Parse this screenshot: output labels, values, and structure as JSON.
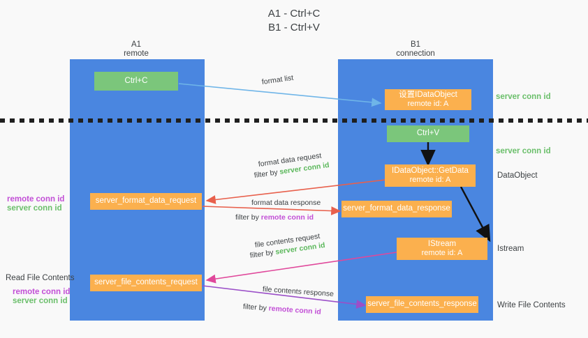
{
  "title": {
    "line1": "A1 - Ctrl+C",
    "line2": "B1 - Ctrl+V"
  },
  "columns": [
    {
      "name": "A1",
      "sub": "remote"
    },
    {
      "name": "B1",
      "sub": "connection"
    }
  ],
  "nodes": {
    "ctrl_c": "Ctrl+C",
    "ctrl_v": "Ctrl+V",
    "idataobject_title": "设置IDataObject",
    "idataobject_sub": "remote id: A",
    "getdata_title": "IDataObject::GetData",
    "getdata_sub": "remote id: A",
    "istream_title": "IStream",
    "istream_sub": "remote id: A",
    "server_format_data_request": "server_format_data_request",
    "server_format_data_response": "server_format_data_response",
    "server_file_contents_request": "server_file_contents_request",
    "server_file_contents_response": "server_file_contents_response"
  },
  "edges": {
    "format_list": "format list",
    "format_data_request": "format data request",
    "format_data_request_filter_prefix": "filter by ",
    "format_data_request_filter_key": "server conn id",
    "format_data_response": "format data response",
    "format_data_response_filter_prefix": "filter by ",
    "format_data_response_filter_key": "remote conn id",
    "file_contents_request": "file contents request",
    "file_contents_request_filter_prefix": "filter by ",
    "file_contents_request_filter_key": "server conn id",
    "file_contents_response": "file contents response",
    "file_contents_response_filter_prefix": "filter by ",
    "file_contents_response_filter_key": "remote conn id"
  },
  "right_labels": {
    "server_conn_id_top": "server conn id",
    "server_conn_id_mid": "server conn id",
    "dataobject": "DataObject",
    "istream": "Istream",
    "write_file_contents": "Write File Contents"
  },
  "left_labels": {
    "remote_conn_id_1": "remote conn id",
    "server_conn_id_1": "server conn id",
    "read_file_contents": "Read File Contents",
    "remote_conn_id_2": "remote conn id",
    "server_conn_id_2": "server conn id"
  },
  "colors": {
    "lane": "#4a86e0",
    "green_node": "#7bc67b",
    "orange_node": "#fbb04e",
    "green_text": "#5cb85c",
    "purple_text": "#c24fd6",
    "blue_arrow": "#6fb5e8",
    "red_arrow": "#e8604c",
    "magenta_arrow": "#e0489b",
    "purple_arrow": "#9b4fc8",
    "black_arrow": "#111111",
    "divider": "#1f1f1f"
  }
}
